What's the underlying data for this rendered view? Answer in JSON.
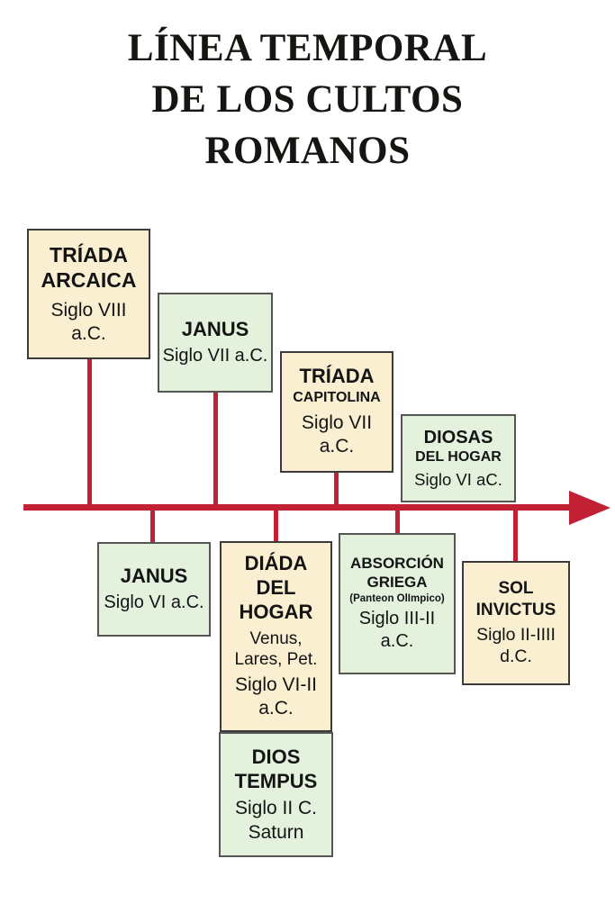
{
  "title": {
    "lines": [
      "LÍNEA TEMPORAL",
      "DE LOS CULTOS",
      "ROMANOS"
    ]
  },
  "timeline": {
    "direction": "left-to-right"
  },
  "events": {
    "triada_arcaica": {
      "name": "TRÍADA ARCAICA",
      "period": "Siglo VIII a.C.",
      "position": "above"
    },
    "janus_top": {
      "name": "JANUS",
      "period": "Siglo VII a.C.",
      "position": "above"
    },
    "triada_capitolina": {
      "name": "TRÍADA",
      "subname": "CAPITOLINA",
      "period": "Siglo VII a.C.",
      "position": "above"
    },
    "diosas_hogar": {
      "name": "DIOSAS",
      "subname": "DEL HOGAR",
      "period": "Siglo VI aC.",
      "position": "above"
    },
    "janus_bottom": {
      "name": "JANUS",
      "period": "Siglo VI a.C.",
      "position": "below"
    },
    "diada_hogar": {
      "name": "DIÁDA DEL HOGAR",
      "detail": "Venus, Lares, Pet.",
      "period": "Siglo VI-II a.C.",
      "position": "below"
    },
    "dios_tempus": {
      "name": "DIOS TEMPUS",
      "period": "Siglo II C.",
      "detail": "Saturn",
      "position": "below"
    },
    "absorcion_griega": {
      "name": "ABSORCIÓN GRIEGA",
      "subname": "(Panteon OlImpico)",
      "period": "Siglo III-II a.C.",
      "position": "below"
    },
    "sol_invictus": {
      "name": "SOL INVICTUS",
      "period": "Siglo II-IIII d.C.",
      "position": "below"
    }
  },
  "colors": {
    "cream": "#faefd1",
    "green": "#e4f2dd",
    "red": "#c22133",
    "border": "#3b3b3b",
    "ink": "#141414"
  }
}
